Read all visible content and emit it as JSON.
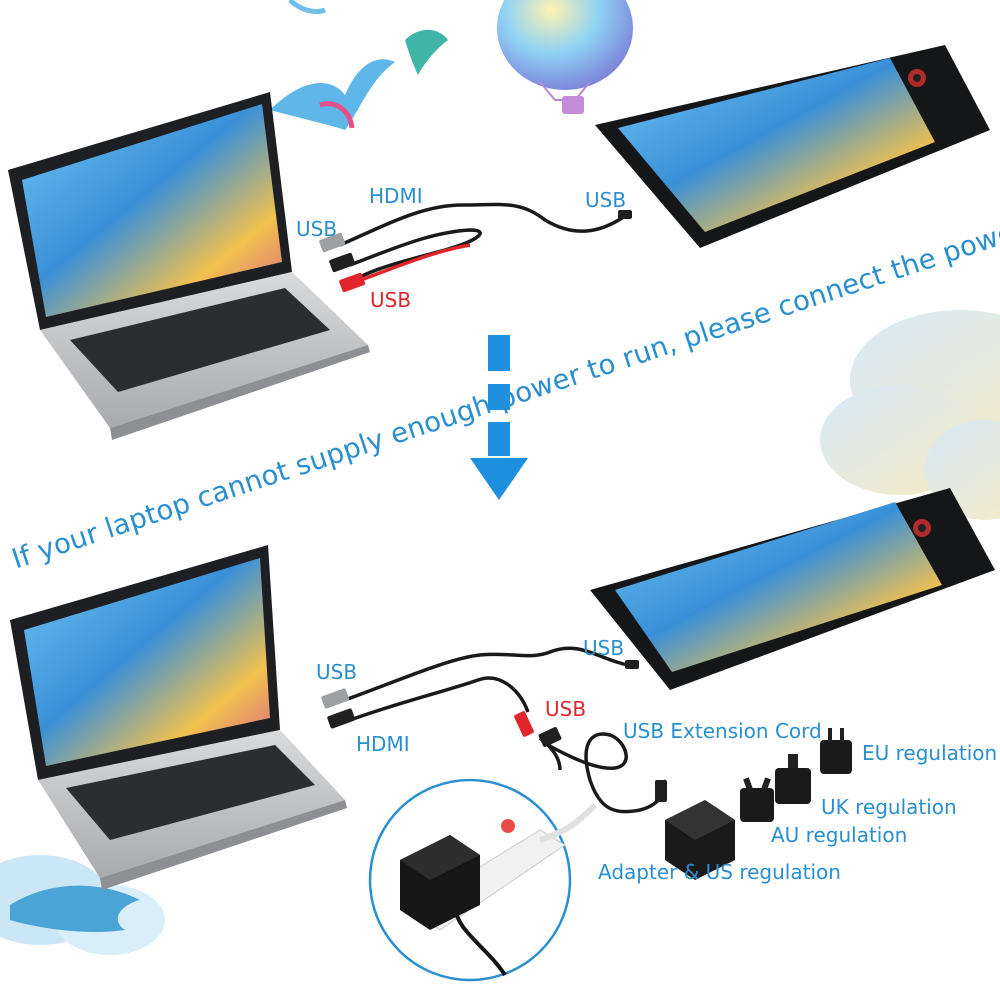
{
  "banner": "If your laptop cannot supply enough power to run, please connect the power adapter.",
  "top": {
    "usb_left": "USB",
    "hdmi": "HDMI",
    "usb_red": "USB",
    "usb_right": "USB"
  },
  "bottom": {
    "usb_left": "USB",
    "hdmi": "HDMI",
    "usb_red": "USB",
    "usb_right": "USB",
    "extension_cord": "USB Extension Cord",
    "eu": "EU regulation",
    "uk": "UK regulation",
    "au": "AU regulation",
    "adapter_us": "Adapter & US regulation"
  },
  "colors": {
    "label_blue": "#2a8fd0",
    "label_red": "#e0262b",
    "arrow_blue": "#1f8fe0"
  }
}
